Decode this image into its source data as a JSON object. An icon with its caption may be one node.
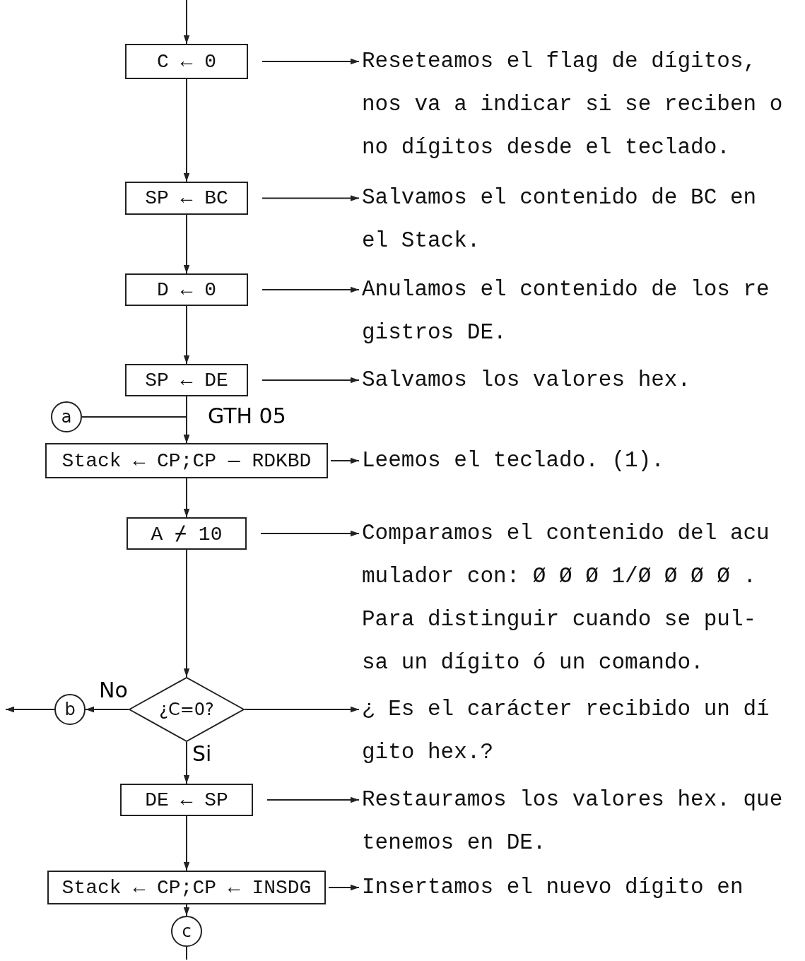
{
  "diagram": {
    "nodes": [
      {
        "text": [
          "C ← 0"
        ]
      },
      {
        "text": [
          "Reseteamos el flag de dígitos, nos va a indicar si se reciben o no dígitos desde el teclado."
        ]
      },
      {
        "text": [
          "SP ← BC"
        ]
      },
      {
        "text": [
          "Salvamos el contenido de BC en el Stack."
        ]
      },
      {
        "text": [
          "D ← 0"
        ]
      },
      {
        "text": [
          "Anulamos el contenido de los re gistros DE."
        ]
      },
      {
        "text": [
          "SP ← DE"
        ]
      },
      {
        "text": [
          "Salvamos los valores hex."
        ]
      },
      {
        "text": [
          "a"
        ]
      },
      {
        "text": [
          "Stack ← CP;CP — RDKBD"
        ]
      },
      {
        "text": [
          "Leemos el teclado. (1)."
        ]
      },
      {
        "text": [
          "A ⌿ 10"
        ]
      },
      {
        "text": [
          "Comparamos el contenido del acu mulador con: Ø Ø Ø 1/Ø Ø Ø Ø . Para distinguir cuando se pul- sa un dígito ó un comando."
        ]
      },
      {
        "text": [
          "¿C=0?"
        ]
      },
      {
        "text": [
          "b"
        ]
      },
      {
        "text": [
          "¿ Es el carácter recibido un dí gito hex.?"
        ]
      },
      {
        "text": [
          "DE ← SP"
        ]
      },
      {
        "text": [
          "Restauramos los valores hex. que tenemos en DE."
        ]
      },
      {
        "text": [
          "Stack ← CP;CP ← INSDG"
        ]
      },
      {
        "text": [
          "Insertamos el nuevo dígito en"
        ]
      },
      {
        "text": [
          "c"
        ]
      }
    ],
    "edges": [
      {
        "from": null,
        "to": 0,
        "arrow": "to"
      },
      {
        "from": 0,
        "to": 1,
        "arrow": "to"
      },
      {
        "from": 0,
        "to": 2,
        "arrow": "to"
      },
      {
        "from": 2,
        "to": 3,
        "arrow": "to"
      },
      {
        "from": 2,
        "to": 4,
        "arrow": "to"
      },
      {
        "from": 4,
        "to": 5,
        "arrow": "to"
      },
      {
        "from": 4,
        "to": 6,
        "arrow": "to"
      },
      {
        "from": 6,
        "to": 7,
        "arrow": "to"
      },
      {
        "from": 6,
        "to": 9,
        "arrow": "to"
      },
      {
        "from": 8,
        "to": 9,
        "arrow": "to"
      },
      {
        "from": 9,
        "to": 10,
        "arrow": "to"
      },
      {
        "from": 9,
        "to": 11,
        "arrow": "to"
      },
      {
        "from": 11,
        "to": 12,
        "arrow": "to"
      },
      {
        "from": 11,
        "to": 13,
        "arrow": "to"
      },
      {
        "from": 13,
        "to": 14,
        "arrow": "to",
        "label": "No"
      },
      {
        "from": 14,
        "to": null,
        "arrow": "to"
      },
      {
        "from": 13,
        "to": 15,
        "arrow": "to"
      },
      {
        "from": 13,
        "to": 16,
        "arrow": "to",
        "label": "Si"
      },
      {
        "from": 16,
        "to": 17,
        "arrow": "to"
      },
      {
        "from": 16,
        "to": 18,
        "arrow": "to"
      },
      {
        "from": 18,
        "to": 19,
        "arrow": "to"
      },
      {
        "from": 18,
        "to": 20,
        "arrow": "to"
      },
      {
        "from": 20,
        "to": null,
        "arrow": "none"
      }
    ],
    "labels": [
      "GTH 05"
    ]
  }
}
